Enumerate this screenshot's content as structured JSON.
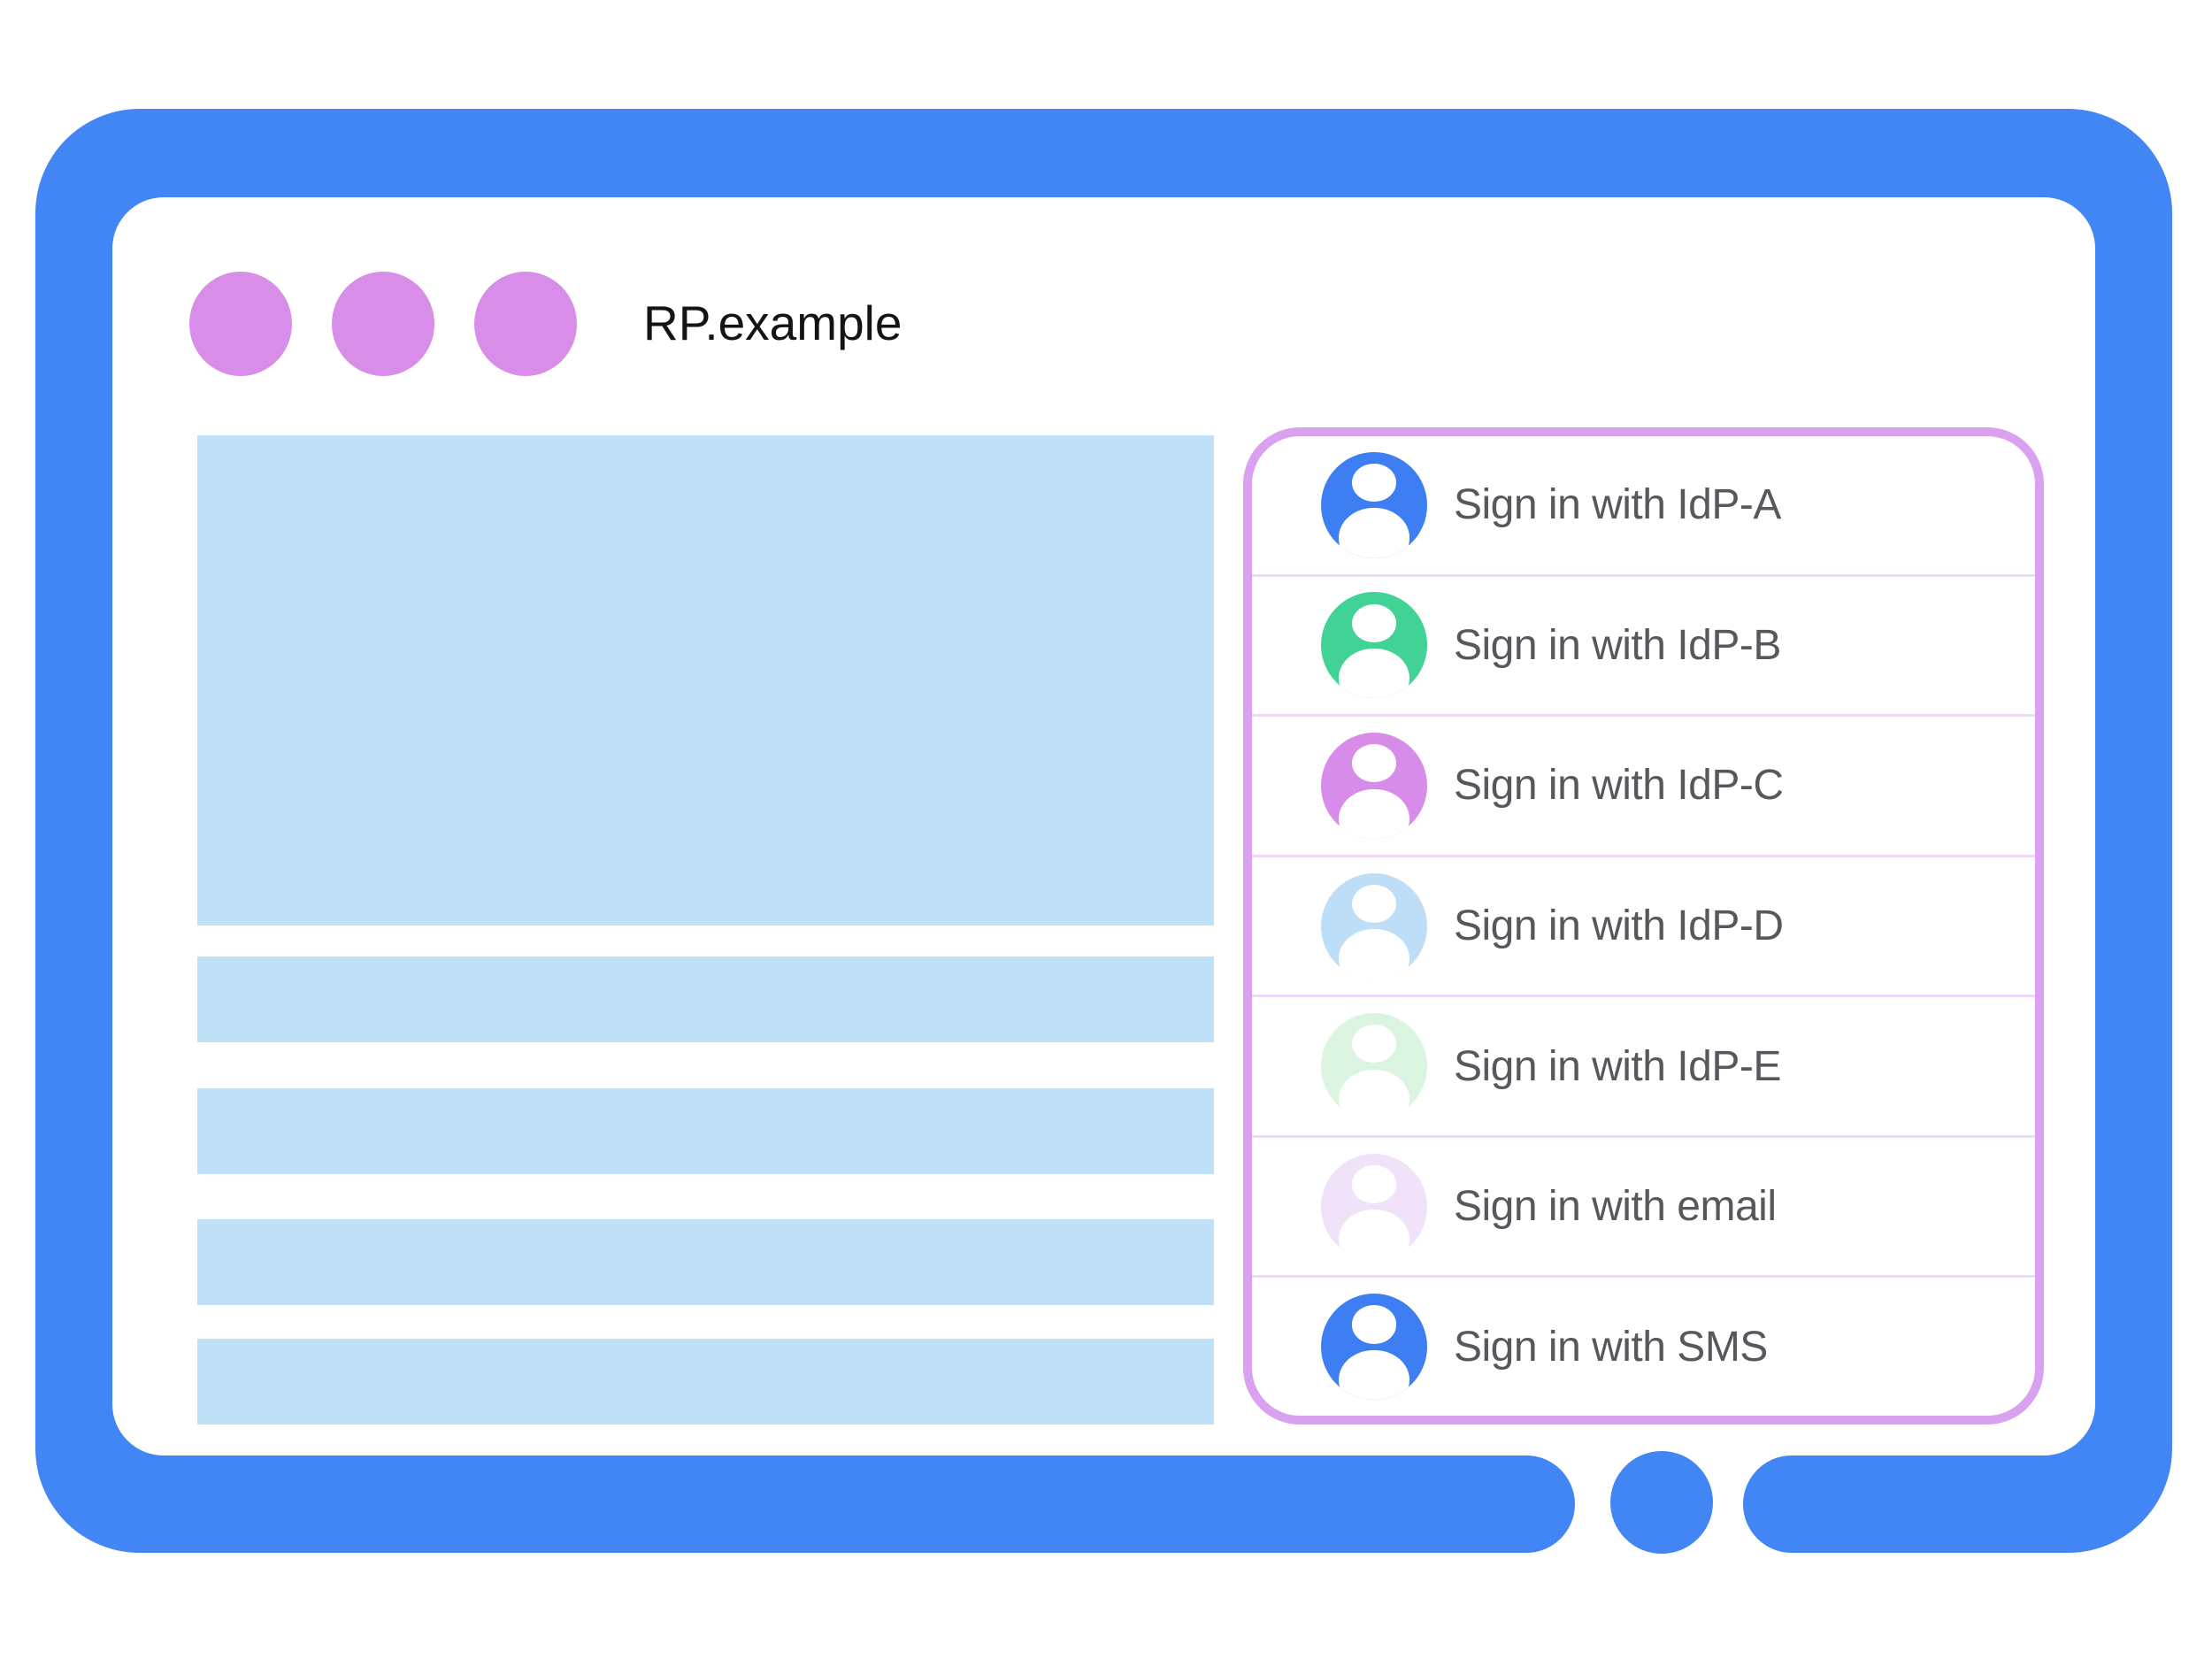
{
  "window": {
    "title": "RP.example",
    "frame_color": "#4285f4",
    "window_dot_color": "#d88ee8",
    "window_dot_count": 3
  },
  "content": {
    "placeholder_color": "#bfe0f6",
    "text_bar_count": 4
  },
  "signin_panel": {
    "border_color": "#d9a1ef",
    "divider_color": "#efd9f7",
    "label_color": "#55585c",
    "options": [
      {
        "label": "Sign in with IdP-A",
        "avatar_color": "#3d7ff2"
      },
      {
        "label": "Sign in with IdP-B",
        "avatar_color": "#41d295"
      },
      {
        "label": "Sign in with IdP-C",
        "avatar_color": "#d78ce9"
      },
      {
        "label": "Sign in with IdP-D",
        "avatar_color": "#beddf6"
      },
      {
        "label": "Sign in with IdP-E",
        "avatar_color": "#daf4df"
      },
      {
        "label": "Sign in with email",
        "avatar_color": "#f0e2f9"
      },
      {
        "label": "Sign in with SMS",
        "avatar_color": "#3d7ff2"
      }
    ]
  }
}
